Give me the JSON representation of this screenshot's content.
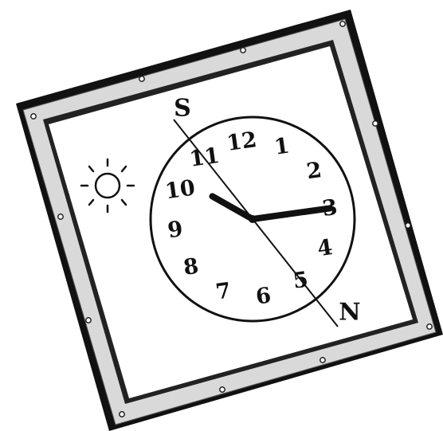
{
  "clock": {
    "numerals": [
      "12",
      "1",
      "2",
      "3",
      "4",
      "5",
      "6",
      "7",
      "8",
      "9",
      "10",
      "11"
    ],
    "time": {
      "hour": 10,
      "minute": 15
    }
  },
  "compass": {
    "south_label": "S",
    "north_label": "N"
  },
  "icons": {
    "sun": "sun-icon"
  },
  "colors": {
    "frame_outer": "#111111",
    "frame_inner": "#d8d8d8",
    "ink": "#111111",
    "background": "#ffffff"
  }
}
